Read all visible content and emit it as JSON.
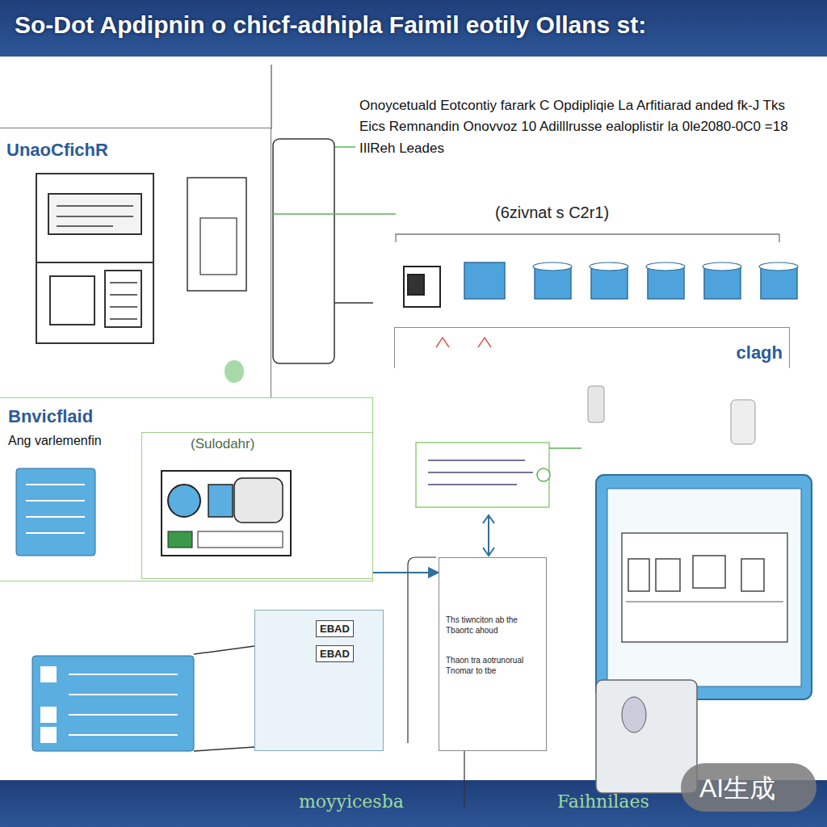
{
  "diagram": {
    "title": "So-Dot Apdipnin o chicf-adhipla Faimil eotily Ollans st:",
    "nodes": [
      {
        "text": [
          "UnaoCfichR"
        ]
      },
      {
        "text": [
          "Bnvicflaid",
          "Ang varlemenfin"
        ]
      },
      {
        "text": [
          "(Sulodahr)"
        ],
        "in": 1
      },
      {
        "text": [
          "clagh"
        ]
      },
      {
        "text": [
          "Ths tiwnciton ab the Tbaortc ahoud",
          "Thaon tra aotrunorual Tnomar to tbe"
        ]
      },
      {
        "text": [
          "EBAD",
          "EBAD"
        ]
      }
    ],
    "edges": [
      {
        "from": 2,
        "to": 4,
        "arrow": "to"
      }
    ],
    "labels": [
      "Onoycetuald Eotcontiy farark C Opdipliqie La Arfitiarad anded fk-J Tks Eics Remnandin Onovvoz 10 Adilllrusse ealoplistir la 0le2080-0C0 =18 IIlReh Leades",
      "(6zivnat s C2r1)",
      "moyyicesba",
      "Faihnilaes",
      "AI生成"
    ]
  }
}
